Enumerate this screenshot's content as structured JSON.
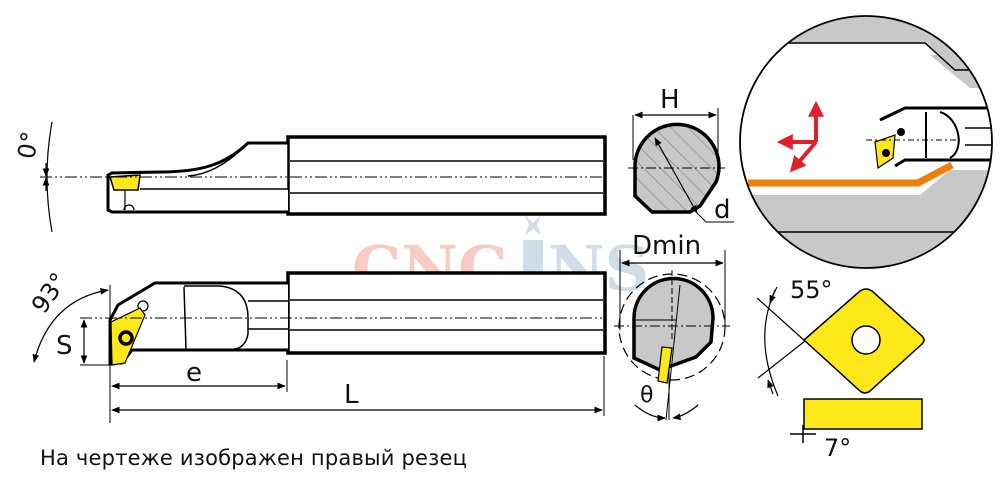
{
  "labels": {
    "angle_top": "0°",
    "angle_side": "93°",
    "dim_s": "S",
    "dim_e": "e",
    "dim_l": "L",
    "dim_h": "H",
    "dim_d": "d",
    "dim_dmin": "Dmin",
    "angle_theta": "θ",
    "insert_angle": "55°",
    "clearance_angle": "7°"
  },
  "watermark": {
    "part1": "CNC",
    "part2": "NS",
    "color1": "#f7c4b8",
    "color2": "#c9d6e3"
  },
  "caption": "На чертеже изображен правый резец",
  "colors": {
    "insert": "#ffe81a",
    "chip_path": "#f07f0a",
    "force_arrows": "#e0202a",
    "section_fill": "#c8c8c8",
    "outline": "#000000"
  }
}
